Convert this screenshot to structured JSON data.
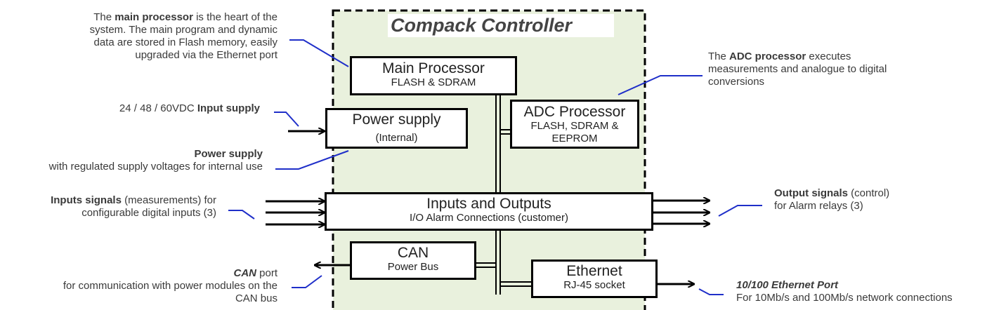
{
  "diagram": {
    "title": "Compack Controller",
    "colors": {
      "enclosure_fill": "#e9f1dd",
      "leader": "#1f2fc9",
      "border": "#000000"
    },
    "boxes": {
      "main_processor": {
        "title": "Main Processor",
        "subtitle": "FLASH & SDRAM"
      },
      "power_supply": {
        "title": "Power supply",
        "subtitle": "(Internal)"
      },
      "adc_processor": {
        "title": "ADC Processor",
        "subtitle_1": "FLASH, SDRAM &",
        "subtitle_2": "EEPROM"
      },
      "inputs_outputs": {
        "title": "Inputs and Outputs",
        "subtitle": "I/O Alarm Connections (customer)"
      },
      "can": {
        "title": "CAN",
        "subtitle": "Power Bus"
      },
      "ethernet": {
        "title": "Ethernet",
        "subtitle": "RJ-45 socket"
      }
    },
    "annotations": {
      "main_processor": {
        "pre": "The ",
        "bold": "main processor",
        "post": " is the heart of the",
        "line2": "system. The main program and dynamic",
        "line3": "data are stored in Flash memory, easily",
        "line4": "upgraded via the Ethernet port"
      },
      "input_supply": {
        "pre": "24 / 48 / 60VDC ",
        "bold": "Input supply"
      },
      "power_supply": {
        "bold": "Power supply",
        "line2": "with regulated supply voltages for internal use"
      },
      "input_signals": {
        "bold": "Inputs signals",
        "post": " (measurements) for",
        "line2": "configurable digital inputs (3)"
      },
      "can_port": {
        "bold": "CAN",
        "post": " port",
        "line2": "for communication with power modules on the",
        "line3": "CAN bus"
      },
      "adc_processor": {
        "pre": "The ",
        "bold": "ADC processor",
        "post": " executes",
        "line2": "measurements and analogue to digital",
        "line3": "conversions"
      },
      "output_signals": {
        "bold": "Output signals",
        "post": " (control)",
        "line2": "for Alarm relays (3)"
      },
      "ethernet_port": {
        "bold": "10/100 Ethernet Port",
        "line2": "For 10Mb/s and 100Mb/s network connections"
      }
    }
  }
}
